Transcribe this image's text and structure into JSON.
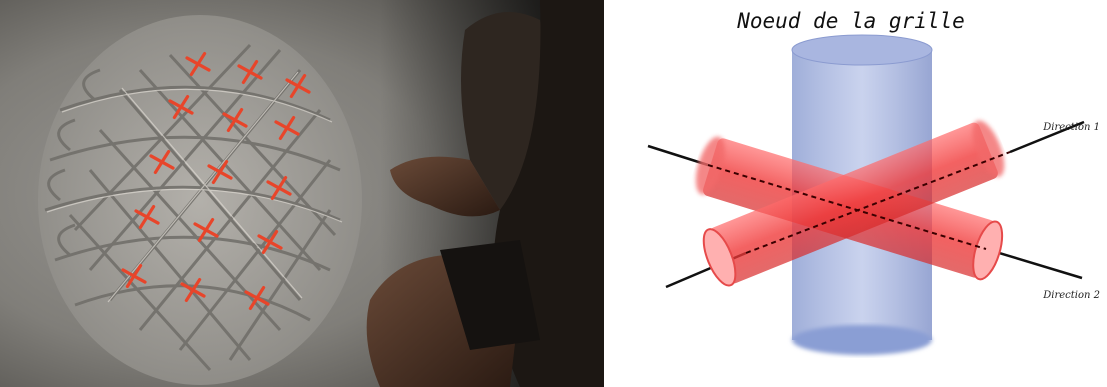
{
  "diagram": {
    "title": "Noeud de la grille",
    "direction1_label": "Direction 1",
    "direction2_label": "Direction 2"
  },
  "photo": {
    "marker_color": "#e8452a",
    "marker_count": 15
  },
  "colors": {
    "tube_red": "#f03a3a",
    "cylinder_blue": "#8c9fd6"
  }
}
